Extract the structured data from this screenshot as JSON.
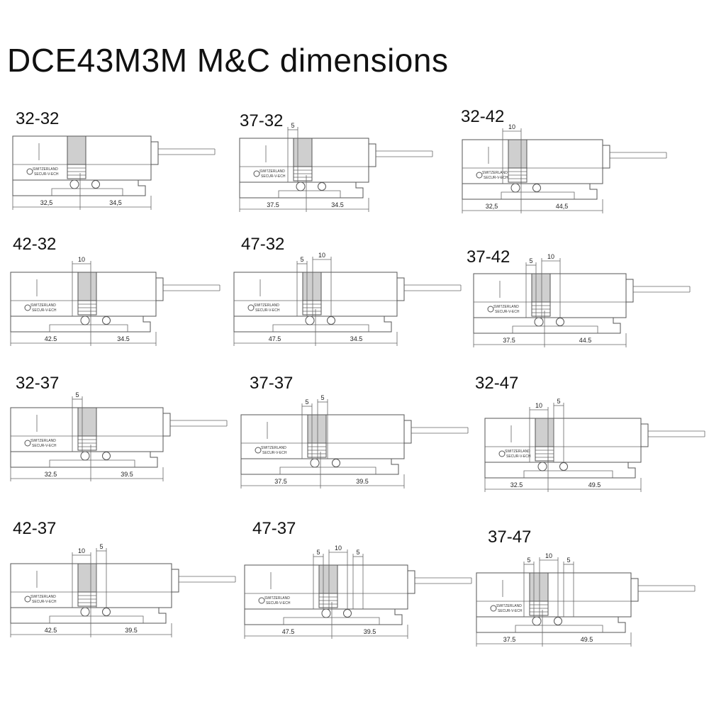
{
  "title": "DCE43M3M M&C dimensions",
  "brand_text": "SWITZERLAND",
  "brand_sub": "SECUR-V-ECH",
  "colors": {
    "line": "#555555",
    "cam": "#cfcfcf"
  },
  "variants": [
    {
      "name": "32-32",
      "left": "32,5",
      "right": "34,5",
      "gap_a": null,
      "gap_b": null
    },
    {
      "name": "37-32",
      "left": "37.5",
      "right": "34.5",
      "gap_a": "5",
      "gap_b": null
    },
    {
      "name": "32-42",
      "left": "32,5",
      "right": "44,5",
      "gap_a": "10",
      "gap_b": null
    },
    {
      "name": "42-32",
      "left": "42.5",
      "right": "34.5",
      "gap_a": "10",
      "gap_b": null
    },
    {
      "name": "47-32",
      "left": "47.5",
      "right": "34.5",
      "gap_a": "5",
      "gap_b": "10"
    },
    {
      "name": "37-42",
      "left": "37.5",
      "right": "44.5",
      "gap_a": "5",
      "gap_b": "10"
    },
    {
      "name": "32-37",
      "left": "32.5",
      "right": "39.5",
      "gap_a": "5",
      "gap_b": null
    },
    {
      "name": "37-37",
      "left": "37.5",
      "right": "39.5",
      "gap_a": "5",
      "gap_b": "5"
    },
    {
      "name": "32-47",
      "left": "32.5",
      "right": "49.5",
      "gap_a": "10",
      "gap_b": "5"
    },
    {
      "name": "42-37",
      "left": "42.5",
      "right": "39.5",
      "gap_a": "10",
      "gap_b": "5"
    },
    {
      "name": "47-37",
      "left": "47.5",
      "right": "39.5",
      "gap_a": "5",
      "gap_b": "10",
      "gap_c": "5"
    },
    {
      "name": "37-47",
      "left": "37.5",
      "right": "49.5",
      "gap_a": "5",
      "gap_b": "10",
      "gap_c": "5"
    }
  ]
}
